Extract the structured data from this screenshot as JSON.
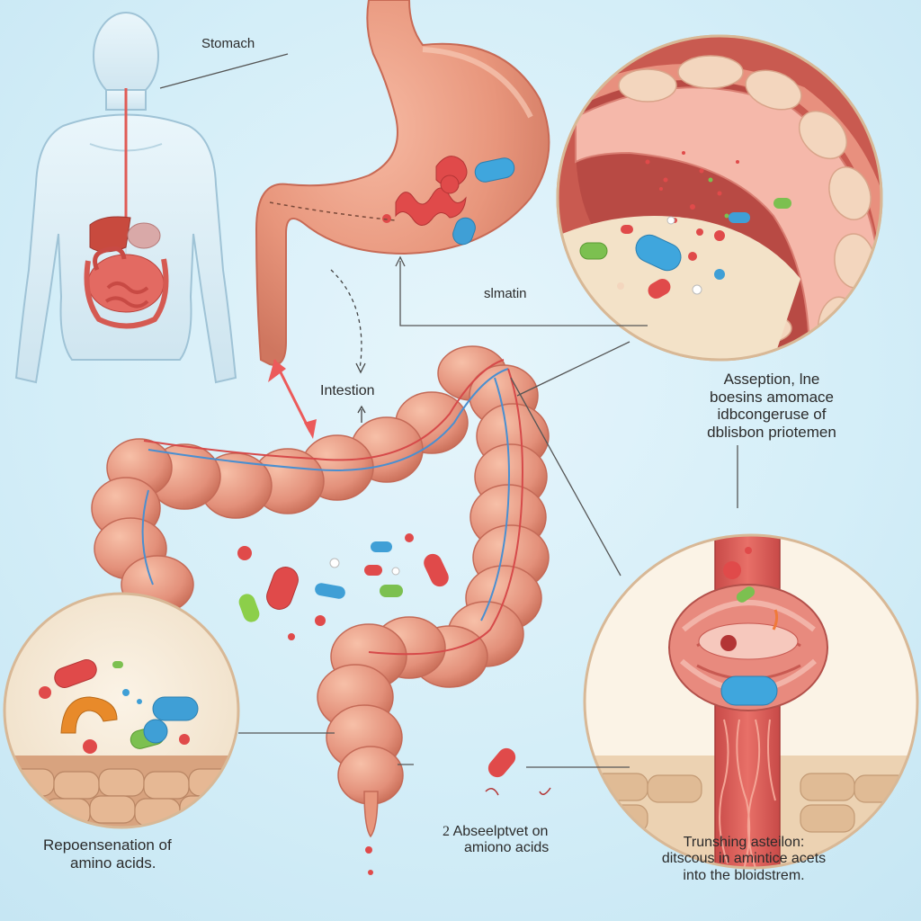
{
  "labels": {
    "stomach": "Stomach",
    "small_intestine": "slmatin",
    "intestine": "Intestion",
    "absorption": {
      "line1": "Asseption, lne",
      "line2": "boesins amomace",
      "line3": "idbcongeruse    of",
      "line4": "dblisbon priotemen"
    },
    "representation": {
      "line1": "Repoensenation of",
      "line2": "amino acids."
    },
    "absorption_amino": {
      "number": "2",
      "line1": "Abseelptvet on",
      "line2": "amiono acids"
    },
    "transport": {
      "line1": "Trunshing asteilon:",
      "line2": "ditscous in amintice acets",
      "line3": "into the bloidstrem."
    }
  },
  "colors": {
    "background": "#d4eef8",
    "organ_pink": "#e8967c",
    "organ_dark": "#c86a55",
    "body_outline": "#9fc3d6",
    "amino_red": "#d93a3a",
    "amino_blue": "#3a9fd6",
    "amino_green": "#6aa83a",
    "amino_orange": "#e88a2a",
    "leader_line": "#555555"
  }
}
